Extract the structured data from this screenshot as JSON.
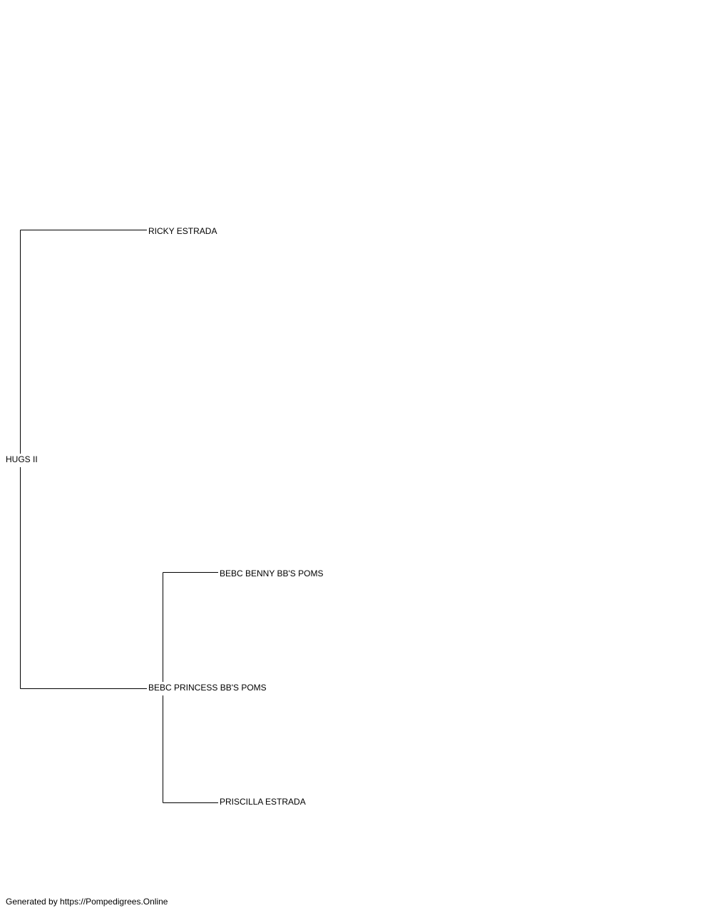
{
  "pedigree": {
    "subject": "HUGS II",
    "sire": "RICKY ESTRADA",
    "dam": "BEBC PRINCESS BB'S POMS",
    "dam_sire": "BEBC BENNY BB'S POMS",
    "dam_dam": "PRISCILLA ESTRADA"
  },
  "footer": {
    "text": "Generated by https://Pompedigrees.Online"
  }
}
